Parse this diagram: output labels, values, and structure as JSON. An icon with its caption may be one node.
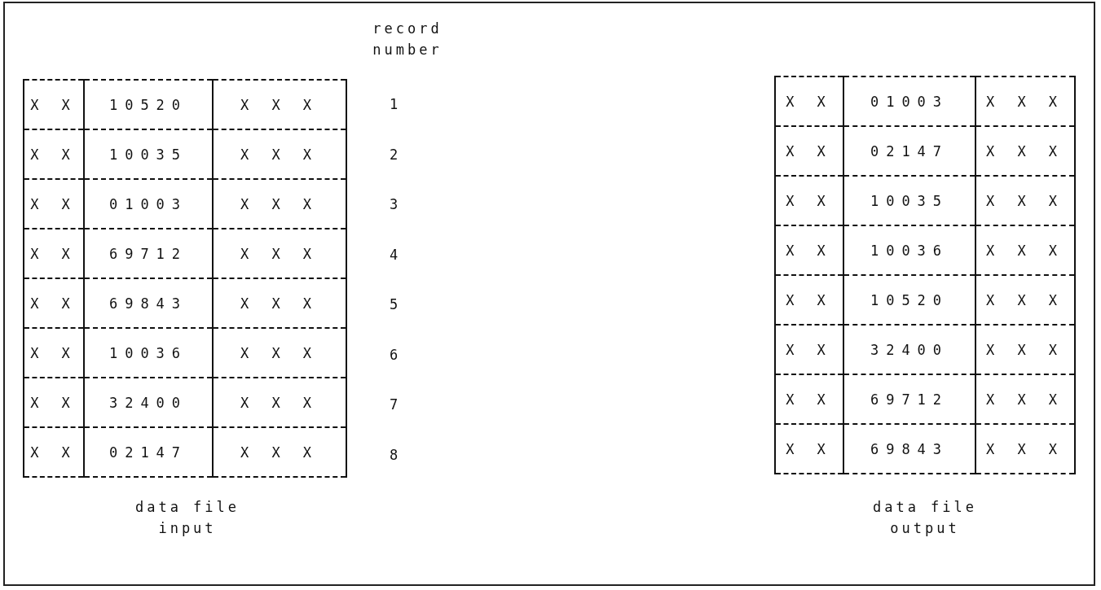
{
  "diagram": {
    "labels": [
      "record number",
      "X X",
      "10520",
      "X X X",
      "1",
      "X X",
      "01003",
      "X X X",
      "X X",
      "10035",
      "X X X",
      "2",
      "X X",
      "02147",
      "X X X",
      "X X",
      "01003",
      "X X X",
      "3",
      "X X",
      "10035",
      "X X X",
      "X X",
      "69712",
      "X X X",
      "4",
      "X X",
      "10036",
      "X X X",
      "X X",
      "69843",
      "X X X",
      "5",
      "X X",
      "10520",
      "X X X",
      "X X",
      "10036",
      "X X X",
      "6",
      "X X",
      "32400",
      "X X X",
      "X X",
      "32400",
      "X X X",
      "7",
      "X X",
      "69712",
      "X X X",
      "X X",
      "02147",
      "X X X",
      "8",
      "X X",
      "69843",
      "X X X",
      "data file input",
      "data file output"
    ]
  }
}
